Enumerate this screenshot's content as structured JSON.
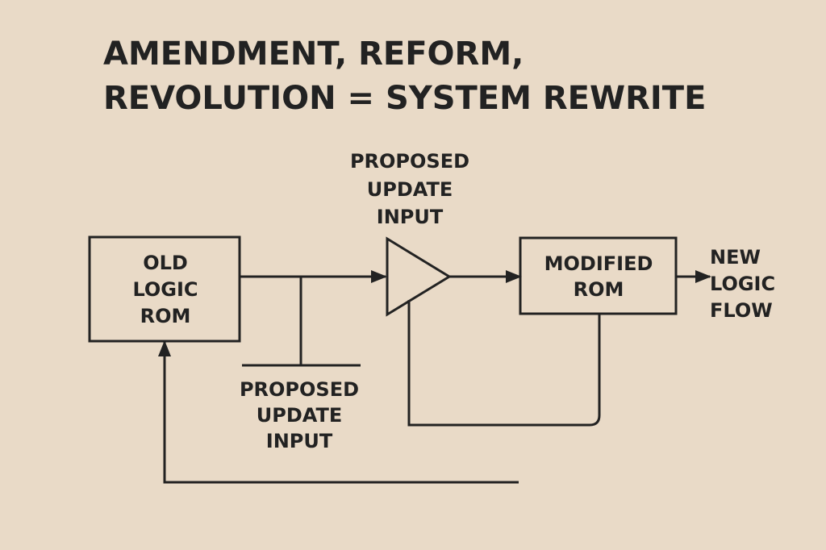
{
  "title": {
    "line1": "AMENDMENT, REFORM,",
    "line2": "REVOLUTION = SYSTEM REWRITE"
  },
  "old_rom": {
    "lines": [
      "OLD",
      "LOGIC",
      "ROM"
    ]
  },
  "top_input": {
    "lines": [
      "PROPOSED",
      "UPDATE",
      "INPUT"
    ]
  },
  "bottom_input": {
    "lines": [
      "PROPOSED",
      "UPDATE",
      "INPUT"
    ]
  },
  "modified_rom": {
    "lines": [
      "MODIFIED",
      "ROM"
    ]
  },
  "output": {
    "lines": [
      "NEW",
      "LOGIC",
      "FLOW"
    ]
  },
  "colors": {
    "background": "#e9dac7",
    "ink": "#222222"
  }
}
